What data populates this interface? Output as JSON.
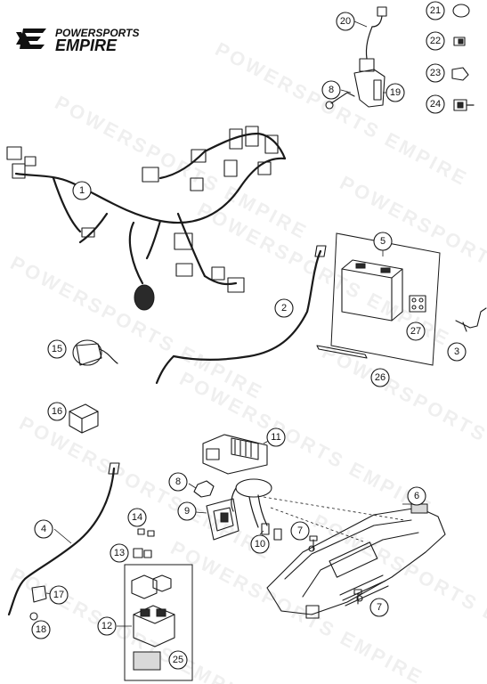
{
  "logo": {
    "line1": "POWERSPORTS",
    "line2": "EMPIRE"
  },
  "watermark": "POWERSPORTS EMPIRE",
  "callouts": [
    {
      "id": "c1",
      "label": "1"
    },
    {
      "id": "c2",
      "label": "2"
    },
    {
      "id": "c3",
      "label": "3"
    },
    {
      "id": "c4",
      "label": "4"
    },
    {
      "id": "c5",
      "label": "5"
    },
    {
      "id": "c6",
      "label": "6"
    },
    {
      "id": "c7a",
      "label": "7"
    },
    {
      "id": "c7b",
      "label": "7"
    },
    {
      "id": "c8a",
      "label": "8"
    },
    {
      "id": "c8b",
      "label": "8"
    },
    {
      "id": "c9",
      "label": "9"
    },
    {
      "id": "c10",
      "label": "10"
    },
    {
      "id": "c11",
      "label": "11"
    },
    {
      "id": "c12",
      "label": "12"
    },
    {
      "id": "c13",
      "label": "13"
    },
    {
      "id": "c14",
      "label": "14"
    },
    {
      "id": "c15",
      "label": "15"
    },
    {
      "id": "c16",
      "label": "16"
    },
    {
      "id": "c17",
      "label": "17"
    },
    {
      "id": "c18",
      "label": "18"
    },
    {
      "id": "c19",
      "label": "19"
    },
    {
      "id": "c20",
      "label": "20"
    },
    {
      "id": "c21",
      "label": "21"
    },
    {
      "id": "c22",
      "label": "22"
    },
    {
      "id": "c23",
      "label": "23"
    },
    {
      "id": "c24",
      "label": "24"
    },
    {
      "id": "c25",
      "label": "25"
    },
    {
      "id": "c26",
      "label": "26"
    },
    {
      "id": "c27",
      "label": "27"
    }
  ]
}
